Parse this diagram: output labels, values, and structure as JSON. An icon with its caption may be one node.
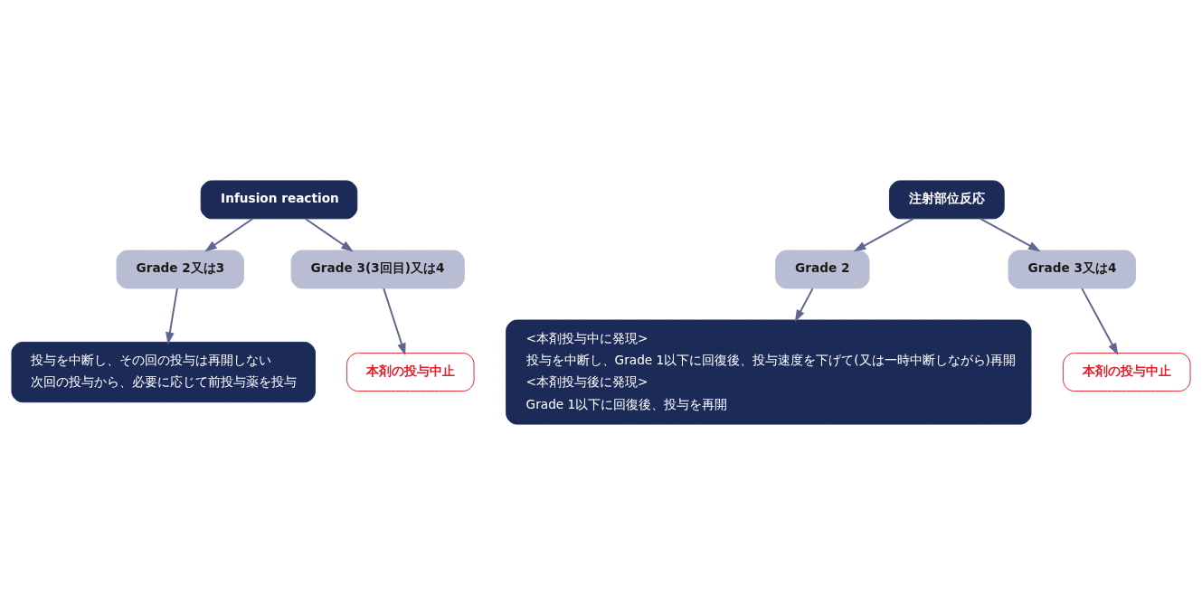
{
  "diagram": {
    "nodes": [
      {
        "text": [
          "Infusion reaction"
        ]
      },
      {
        "text": [
          "Grade 2又は3"
        ]
      },
      {
        "text": [
          "Grade 3(3回目)又は4"
        ]
      },
      {
        "text": [
          "投与を中断し、その回の投与は再開しない",
          "次回の投与から、必要に応じて前投与薬を投与"
        ]
      },
      {
        "text": [
          "本剤の投与中止"
        ]
      },
      {
        "text": [
          "注射部位反応"
        ]
      },
      {
        "text": [
          "Grade 2"
        ]
      },
      {
        "text": [
          "Grade 3又は4"
        ]
      },
      {
        "text": [
          "<本剤投与中に発現>",
          "投与を中断し、Grade 1以下に回復後、投与速度を下げて(又は一時中断しながら)再開",
          "<本剤投与後に発現>",
          "Grade 1以下に回復後、投与を再開"
        ]
      },
      {
        "text": [
          "本剤の投与中止"
        ]
      }
    ],
    "edges": [
      {
        "from": 0,
        "to": 1,
        "arrow": "to"
      },
      {
        "from": 0,
        "to": 2,
        "arrow": "to"
      },
      {
        "from": 1,
        "to": 3,
        "arrow": "to"
      },
      {
        "from": 2,
        "to": 4,
        "arrow": "to"
      },
      {
        "from": 5,
        "to": 6,
        "arrow": "to"
      },
      {
        "from": 5,
        "to": 7,
        "arrow": "to"
      },
      {
        "from": 6,
        "to": 8,
        "arrow": "to"
      },
      {
        "from": 7,
        "to": 9,
        "arrow": "to"
      }
    ]
  }
}
